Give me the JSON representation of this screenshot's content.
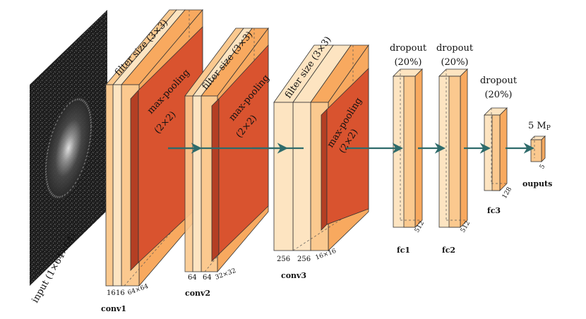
{
  "colors": {
    "layer_light": "#fde4c1",
    "layer_mid": "#fbc98f",
    "layer_dark": "#f8a95f",
    "pool_face": "#d9532f",
    "pool_side": "#b43f24",
    "arrow": "#2e6b6b",
    "input_bg": "#1c1c1c"
  },
  "input": {
    "label": "input (1×64×64)"
  },
  "conv1": {
    "name": "conv1",
    "filter": "filter size (3×3)",
    "pool": "max-pooling",
    "pool_size": "(2×2)",
    "dim_a": "16",
    "dim_b": "16",
    "spatial": "64×64"
  },
  "conv2": {
    "name": "conv2",
    "filter": "filter size (3×3)",
    "pool": "max-pooling",
    "pool_size": "(2×2)",
    "dim_a": "64",
    "dim_b": "64",
    "spatial": "32×32"
  },
  "conv3": {
    "name": "conv3",
    "filter": "filter size (3×3)",
    "pool": "max-pooling",
    "pool_size": "(2×2)",
    "dim_a": "256",
    "dim_b": "256",
    "spatial": "16×16"
  },
  "fc1": {
    "name": "fc1",
    "dropout": "dropout",
    "rate": "(20%)",
    "units": "512"
  },
  "fc2": {
    "name": "fc2",
    "dropout": "dropout",
    "rate": "(20%)",
    "units": "512"
  },
  "fc3": {
    "name": "fc3",
    "dropout": "dropout",
    "rate": "(20%)",
    "units": "128"
  },
  "output": {
    "name": "ouputs",
    "title_main": "5 M",
    "title_sub": "P",
    "units": "5"
  }
}
